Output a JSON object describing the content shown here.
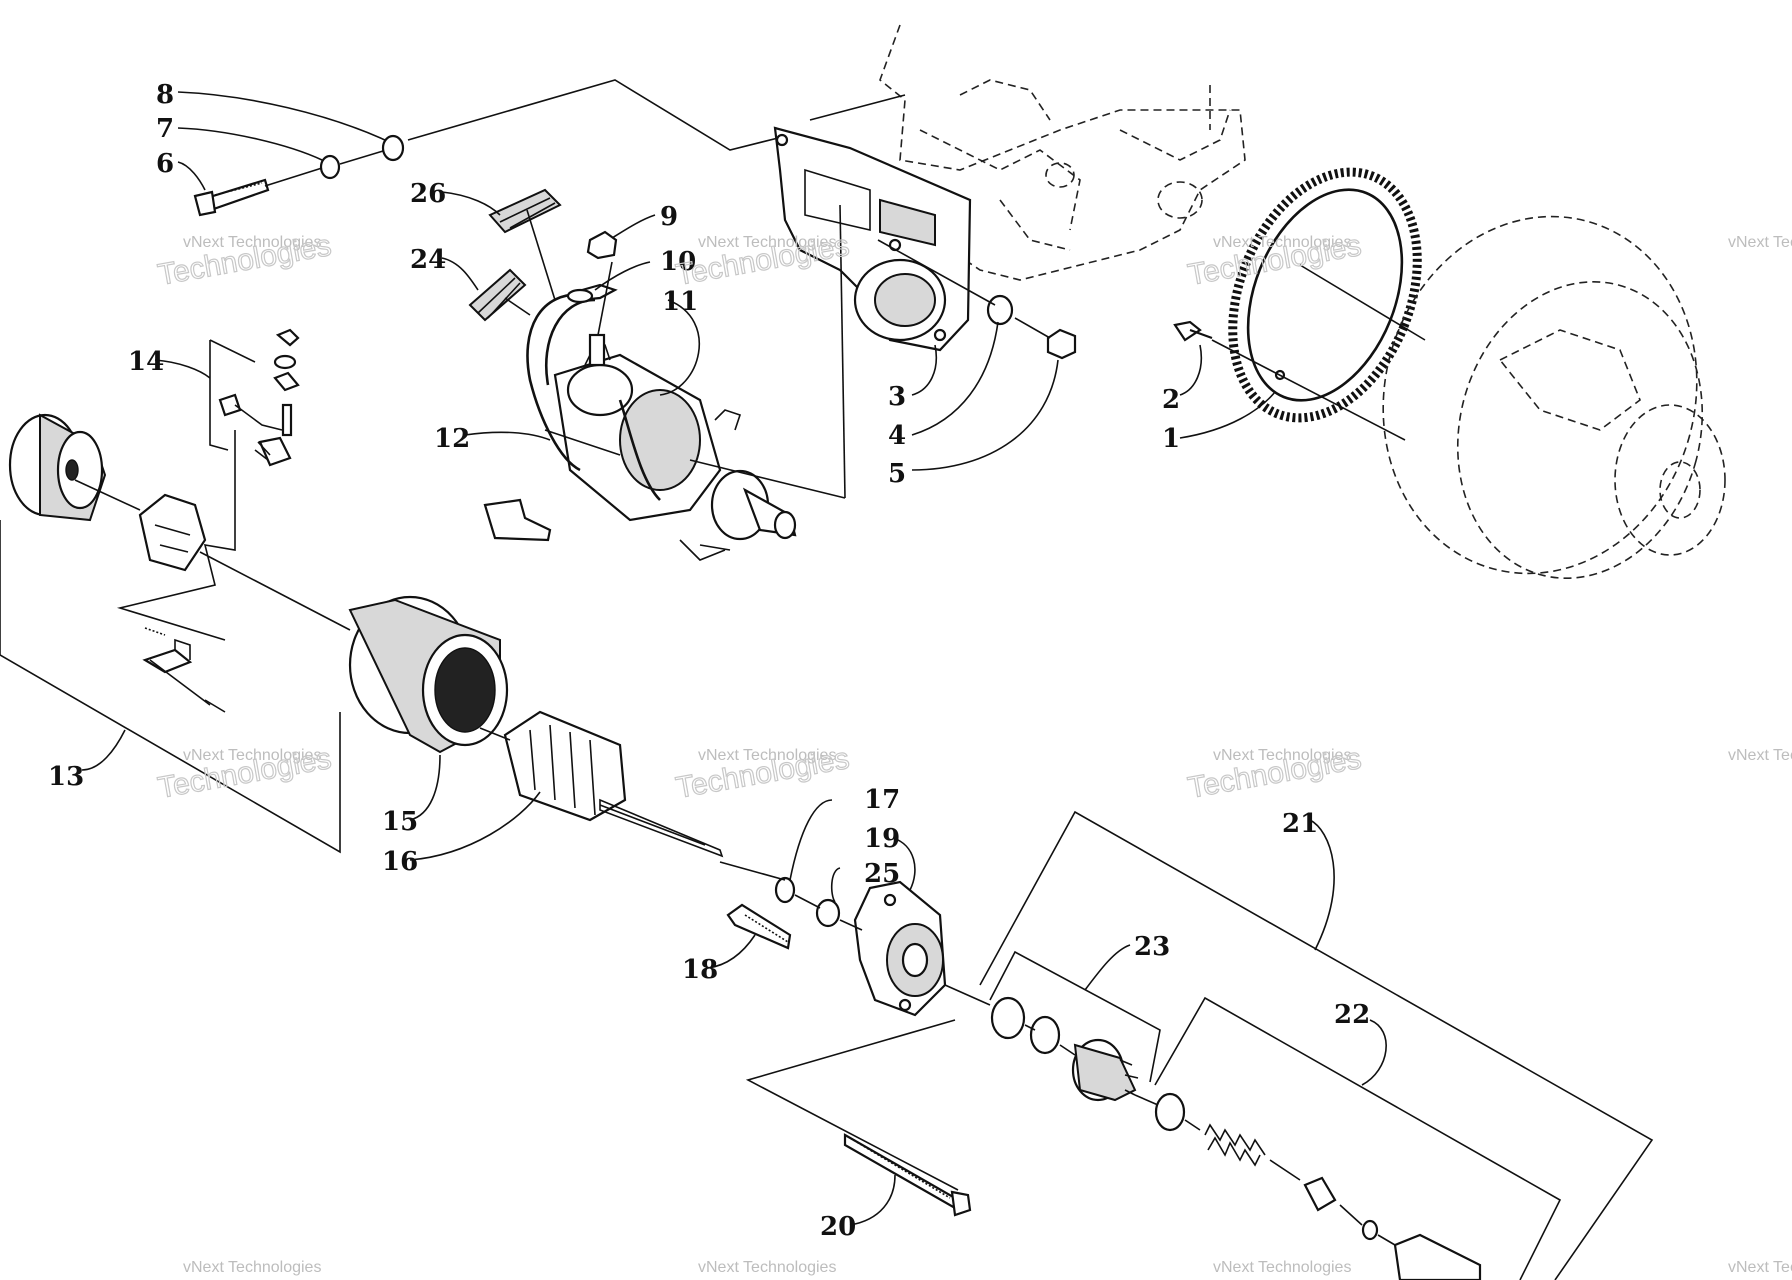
{
  "diagram": {
    "labels": {
      "p1": "1",
      "p2": "2",
      "p3": "3",
      "p4": "4",
      "p5": "5",
      "p6": "6",
      "p7": "7",
      "p8": "8",
      "p9": "9",
      "p10": "10",
      "p11": "11",
      "p12": "12",
      "p13": "13",
      "p14": "14",
      "p15": "15",
      "p16": "16",
      "p17": "17",
      "p18": "18",
      "p19": "19",
      "p20": "20",
      "p21": "21",
      "p22": "22",
      "p23": "23",
      "p24": "24",
      "p25": "25",
      "p26": "26"
    },
    "watermark": {
      "line1": "vNext Technologies",
      "line2": "Technologies"
    }
  }
}
